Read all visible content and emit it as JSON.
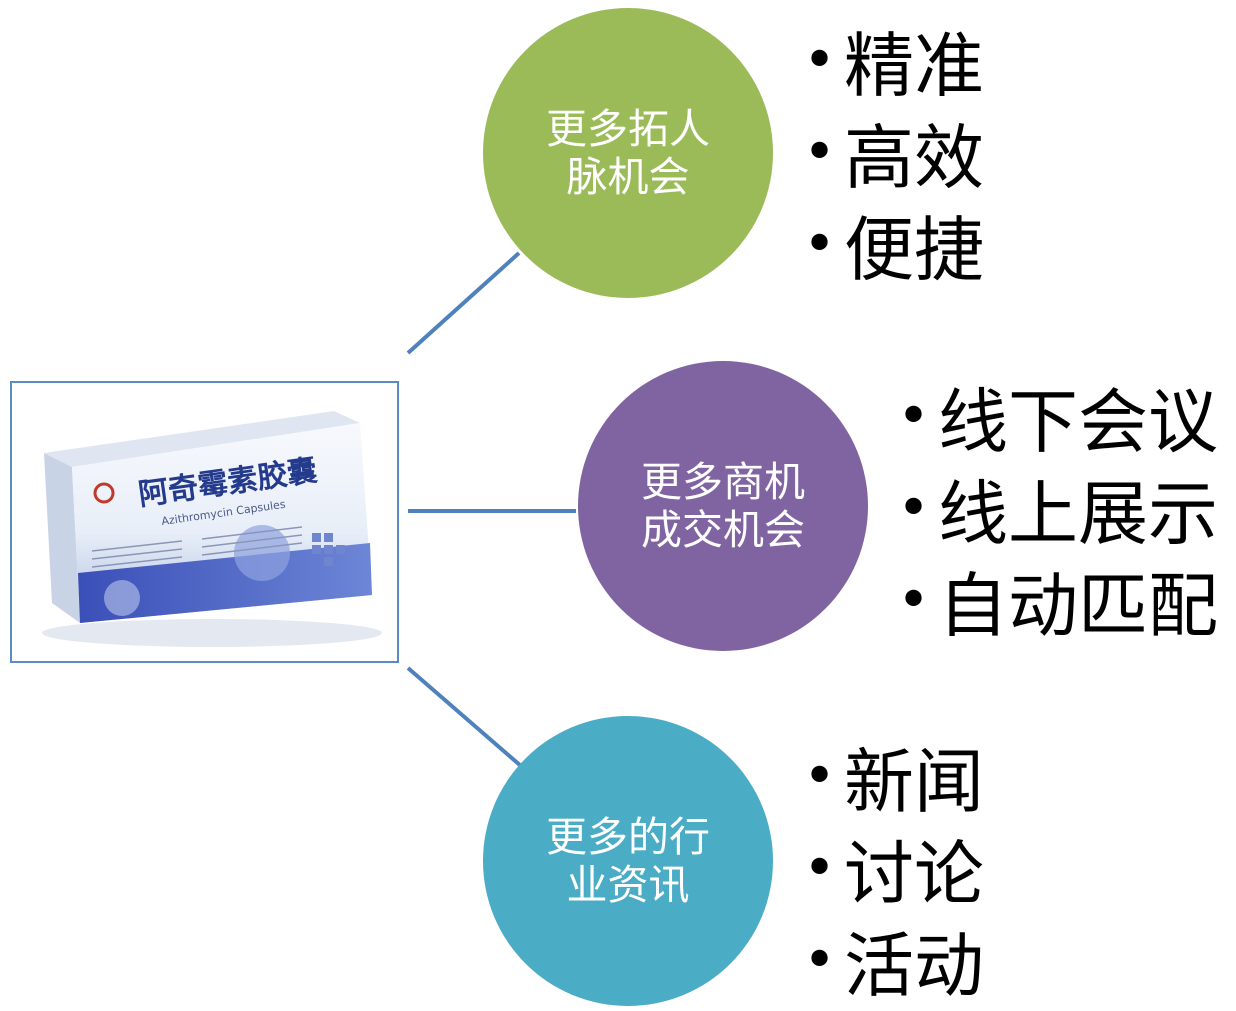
{
  "product": {
    "name_cn": "阿奇霉素胶囊",
    "name_en": "Azithromycin Capsules"
  },
  "branches": [
    {
      "circle_lines": [
        "更多拓人",
        "脉机会"
      ],
      "color": "#9bbb59",
      "bullets": [
        "精准",
        "高效",
        "便捷"
      ]
    },
    {
      "circle_lines": [
        "更多商机",
        "成交机会"
      ],
      "color": "#8064a2",
      "bullets": [
        "线下会议",
        "线上展示",
        "自动匹配"
      ]
    },
    {
      "circle_lines": [
        "更多的行",
        "业资讯"
      ],
      "color": "#4bacc6",
      "bullets": [
        "新闻",
        "讨论",
        "活动"
      ]
    }
  ],
  "bullet_symbol": "•",
  "connector_color": "#4f81bd"
}
